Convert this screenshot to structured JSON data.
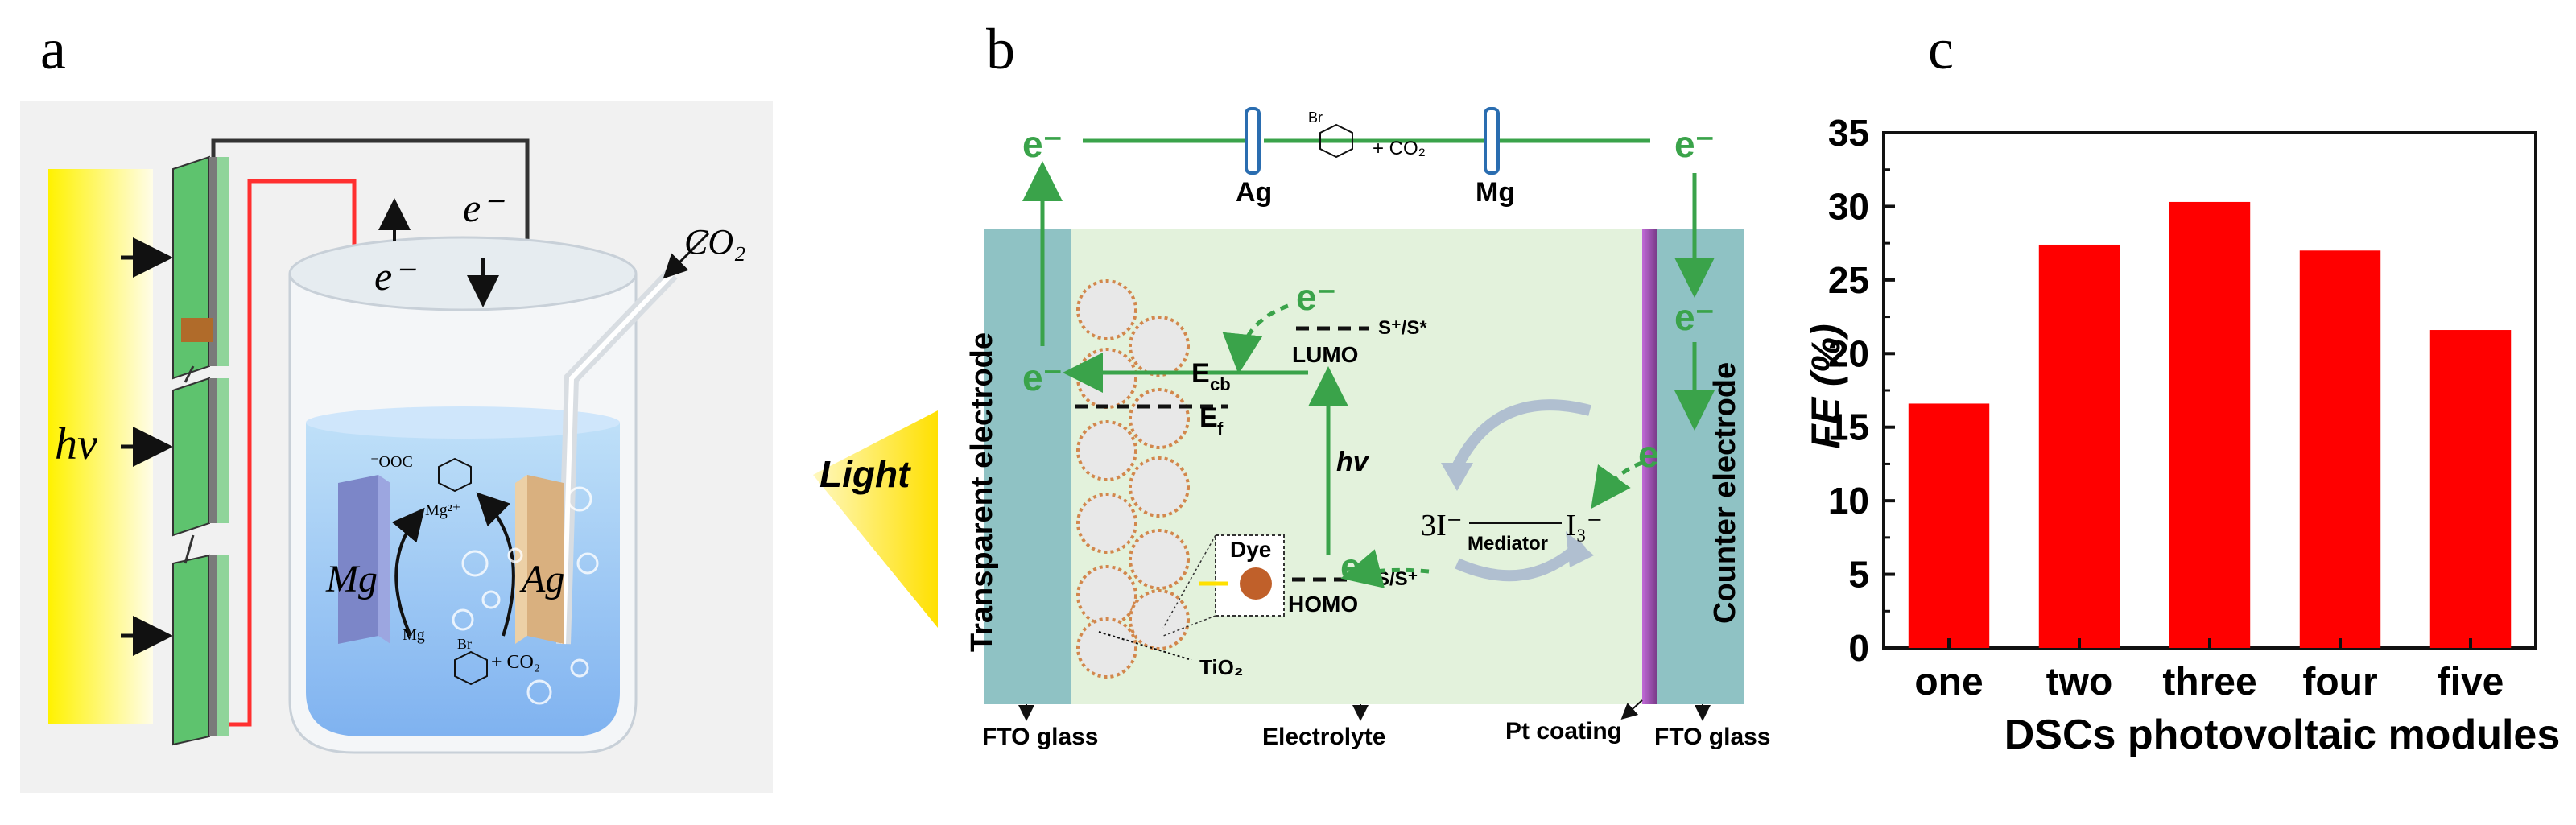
{
  "panels": {
    "a": {
      "label": "a",
      "hv": "hv",
      "e_up": "e⁻",
      "e_down": "e⁻",
      "co2": "CO₂",
      "mg": "Mg",
      "ag": "Ag",
      "carboxylate": "⁻OOC",
      "mg2": "Mg²⁺",
      "mg_small": "Mg",
      "br": "Br",
      "plus_co2": "+ CO₂"
    },
    "b": {
      "label": "b",
      "light": "Light",
      "transparent_electrode": "Transparent electrode",
      "counter_electrode": "Counter electrode",
      "e": "e⁻",
      "e_short": "e",
      "ag": "Ag",
      "mg": "Mg",
      "br": "Br",
      "plus_co2": "+ CO₂",
      "ecb": "E",
      "ecb_sub": "cb",
      "ef": "E",
      "ef_sub": "f",
      "lumo": "LUMO",
      "lumo_level": "S⁺/S*",
      "homo": "HOMO",
      "homo_level": "S/S⁺",
      "hv": "hv",
      "dye": "Dye",
      "tio2": "TiO₂",
      "i3minus": "3I⁻",
      "i3": "I₃⁻",
      "mediator": "Mediator",
      "fto_left": "FTO glass",
      "electrolyte": "Electrolyte",
      "pt_coating": "Pt coating",
      "fto_right": "FTO glass"
    },
    "c": {
      "label": "c"
    }
  },
  "colors": {
    "bar": "#ff0000",
    "green": "#3aa34a",
    "electrode": "#8fc2c4",
    "electrolyte": "#e3f2dc"
  },
  "chart_data": {
    "type": "bar",
    "categories": [
      "one",
      "two",
      "three",
      "four",
      "five"
    ],
    "values": [
      16.6,
      27.4,
      30.3,
      27.0,
      21.6
    ],
    "xlabel": "DSCs photovoltaic modules",
    "ylabel": "FE (%)",
    "ylim": [
      0,
      35
    ],
    "yticks": [
      0,
      5,
      10,
      15,
      20,
      25,
      30,
      35
    ],
    "grid": false
  }
}
